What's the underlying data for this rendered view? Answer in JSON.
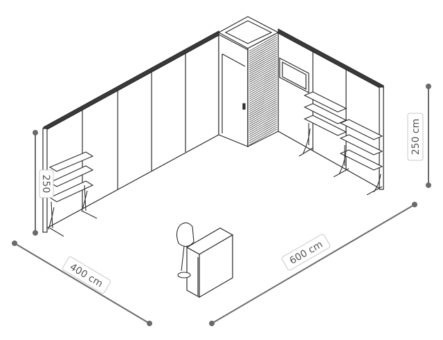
{
  "dimensions": {
    "width_label": "600 cm",
    "depth_label": "400 cm",
    "height_label_right": "250 cm",
    "height_label_left": "250"
  },
  "colors": {
    "line": "#2a2a2a",
    "dimension_line": "#6a6a6a",
    "wall_fill": "#ffffff",
    "top_rail": "#3a3a3a",
    "slat": "#555555"
  }
}
